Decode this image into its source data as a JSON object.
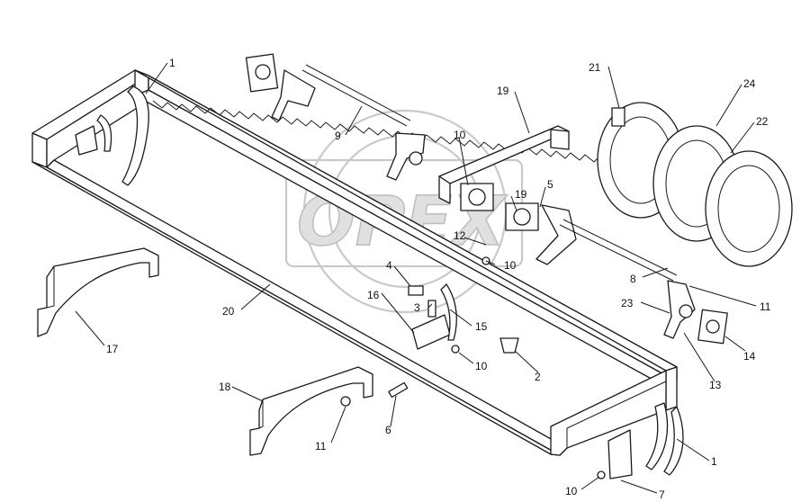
{
  "watermark": {
    "text": "OPEX"
  },
  "callouts": [
    {
      "id": "c1a",
      "text": "1"
    },
    {
      "id": "c21",
      "text": "21"
    },
    {
      "id": "c24",
      "text": "24"
    },
    {
      "id": "c22",
      "text": "22"
    },
    {
      "id": "c19",
      "text": "19"
    },
    {
      "id": "c9",
      "text": "9"
    },
    {
      "id": "c10a",
      "text": "10"
    },
    {
      "id": "c5",
      "text": "5"
    },
    {
      "id": "c19b",
      "text": "19"
    },
    {
      "id": "c12",
      "text": "12"
    },
    {
      "id": "c10b",
      "text": "10"
    },
    {
      "id": "c4",
      "text": "4"
    },
    {
      "id": "c16",
      "text": "16"
    },
    {
      "id": "c3",
      "text": "3"
    },
    {
      "id": "c15",
      "text": "15"
    },
    {
      "id": "c20",
      "text": "20"
    },
    {
      "id": "c17",
      "text": "17"
    },
    {
      "id": "c8",
      "text": "8"
    },
    {
      "id": "c11a",
      "text": "11"
    },
    {
      "id": "c23",
      "text": "23"
    },
    {
      "id": "c14",
      "text": "14"
    },
    {
      "id": "c13",
      "text": "13"
    },
    {
      "id": "c10c",
      "text": "10"
    },
    {
      "id": "c2",
      "text": "2"
    },
    {
      "id": "c18",
      "text": "18"
    },
    {
      "id": "c6",
      "text": "6"
    },
    {
      "id": "c11b",
      "text": "11"
    },
    {
      "id": "c1b",
      "text": "1"
    },
    {
      "id": "c10d",
      "text": "10"
    },
    {
      "id": "c7",
      "text": "7"
    }
  ]
}
